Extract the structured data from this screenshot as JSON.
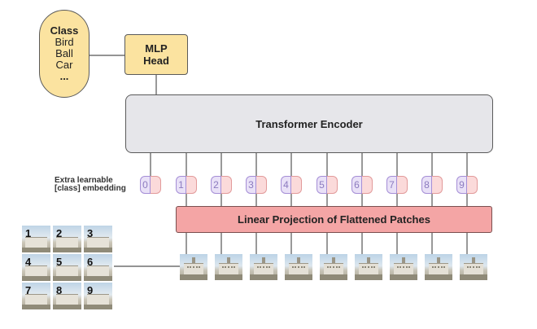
{
  "class_box": {
    "lines": [
      "Class",
      "Bird",
      "Ball",
      "Car",
      "..."
    ]
  },
  "mlp_head": {
    "lines": [
      "MLP",
      "Head"
    ]
  },
  "encoder": {
    "label": "Transformer Encoder"
  },
  "projection": {
    "label": "Linear Projection of Flattened Patches"
  },
  "extra_embedding": {
    "lines": [
      "Extra learnable",
      "[class] embedding"
    ]
  },
  "tokens": [
    "0",
    "1",
    "2",
    "3",
    "4",
    "5",
    "6",
    "7",
    "8",
    "9"
  ],
  "grid_labels": [
    "1",
    "2",
    "3",
    "4",
    "5",
    "6",
    "7",
    "8",
    "9"
  ],
  "colors": {
    "head": "#fbe3a0",
    "encoder": "#e6e6ea",
    "projection": "#f4a5a5",
    "position_token": "#e9e1f7",
    "patch_embedding": "#fbdada"
  }
}
